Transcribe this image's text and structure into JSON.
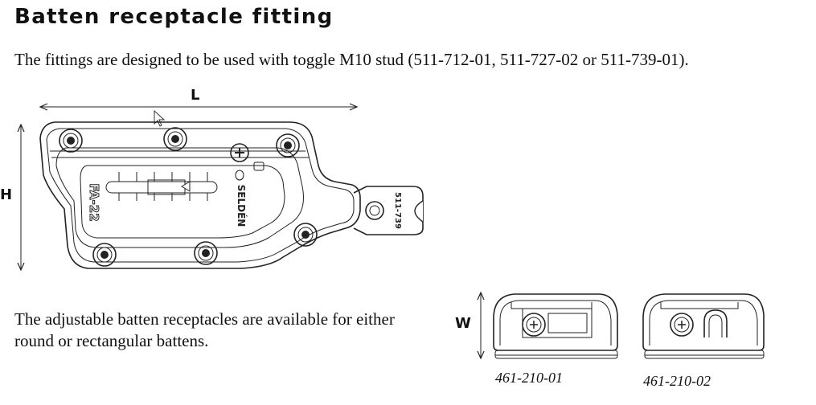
{
  "title": "Batten receptacle fitting",
  "intro_text": "The fittings are designed to be used with toggle M10 stud (511-712-01, 511-727-02 or 511-739-01).",
  "note_text": "The adjustable batten receptacles are available for either round or rectangular battens.",
  "dimensions": {
    "length": "L",
    "height": "H",
    "width": "W"
  },
  "fitting_markings": {
    "model": "FA-22",
    "brand": "SELDÉN",
    "toggle_part": "511-739"
  },
  "variants": [
    {
      "part_number": "461-210-01"
    },
    {
      "part_number": "461-210-02"
    }
  ]
}
